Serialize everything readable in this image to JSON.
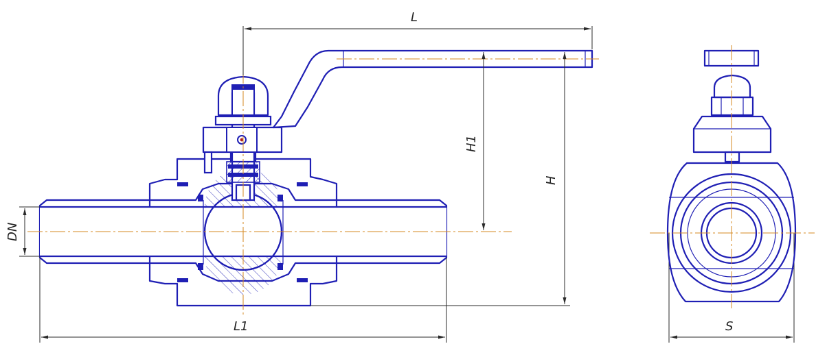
{
  "drawing": {
    "dimension_labels": {
      "L": "L",
      "L1": "L1",
      "H": "H",
      "H1": "H1",
      "DN": "DN",
      "S": "S"
    },
    "colors": {
      "outline": "#1f1fb4",
      "dimension": "#2a2a2a",
      "centerline": "#d58a22"
    }
  }
}
